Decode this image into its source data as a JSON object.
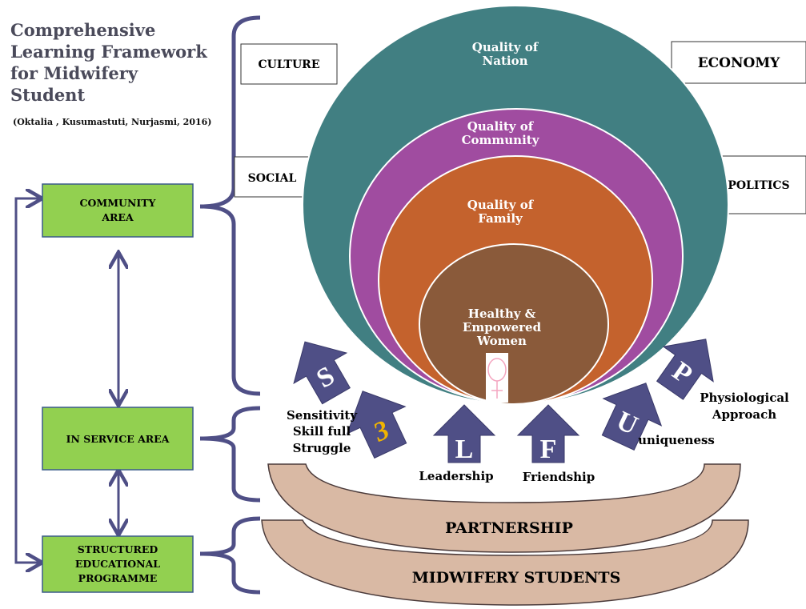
{
  "title": [
    "Comprehensive",
    "Learning Framework",
    "for Midwifery",
    "Student"
  ],
  "citation": "(Oktalia , Kusumastuti, Nurjasmi, 2016)",
  "context_boxes": {
    "culture": "CULTURE",
    "economy": "ECONOMY",
    "social": "SOCIAL",
    "politics": "POLITICS"
  },
  "areas": {
    "community": [
      "COMMUNITY",
      "AREA"
    ],
    "in_service": "IN SERVICE AREA",
    "structured": [
      "STRUCTURED",
      "EDUCATIONAL",
      "PROGRAMME"
    ]
  },
  "circles": {
    "nation": [
      "Quality of",
      "Nation"
    ],
    "community": [
      "Quality of",
      "Community"
    ],
    "family": [
      "Quality of",
      "Family"
    ],
    "women": [
      "Healthy &",
      "Empowered",
      "Women"
    ]
  },
  "arrows": {
    "s": "S",
    "three": "3",
    "l": "L",
    "f": "F",
    "u": "U",
    "p": "P"
  },
  "labels": {
    "s3": [
      "Sensitivity",
      "Skill full",
      "Struggle"
    ],
    "leadership": "Leadership",
    "friendship": "Friendship",
    "uniqueness": "uniqueness",
    "physiological": [
      "Physiological",
      "Approach"
    ]
  },
  "bands": {
    "partnership": "PARTNERSHIP",
    "students": "MIDWIFERY STUDENTS"
  },
  "colors": {
    "teal": "#417f82",
    "purple": "#a04ca0",
    "orange": "#c4622d",
    "brown": "#8a5a3a",
    "arrow": "#4f4f86",
    "green": "#92d050",
    "tan": "#d9b9a4",
    "three": "#f0b400",
    "female_symbol": "#f4a6c0"
  }
}
